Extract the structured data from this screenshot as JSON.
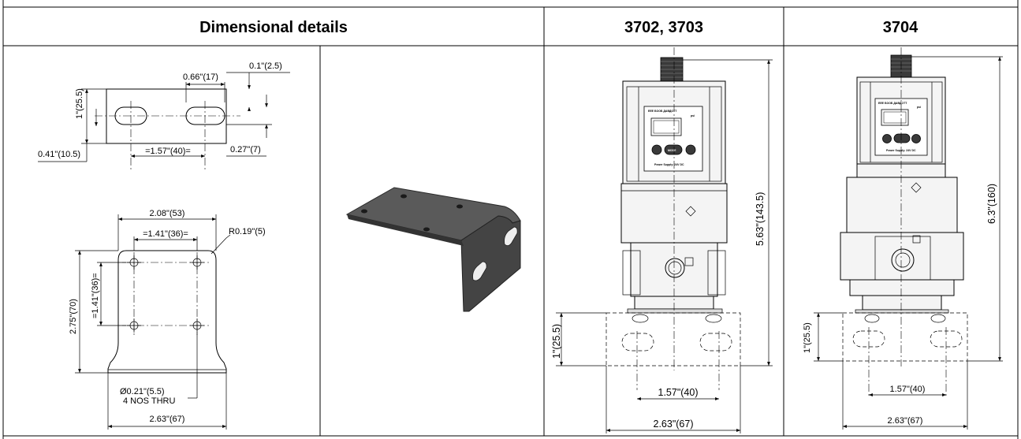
{
  "headers": {
    "dimensional": "Dimensional details",
    "model_a": "3702, 3703",
    "model_b": "3704"
  },
  "side_view": {
    "top_offset": "0.1\"(2.5)",
    "slot_length": "0.66\"(17)",
    "height": "1\"(25.5)",
    "left_margin": "0.41\"(10.5)",
    "slot_pitch": "=1.57\"(40)=",
    "bottom_offset": "0.27\"(7)"
  },
  "plan_view": {
    "top_width": "2.08\"(53)",
    "hole_pitch_x": "=1.41\"(36)=",
    "corner_radius": "R0.19\"(5)",
    "overall_height": "2.75\"(70)",
    "hole_pitch_y": "=1.41\"(36)=",
    "hole_dia": "Ø0.21\"(5.5)",
    "hole_note": "4 NOS THRU",
    "bottom_width": "2.63\"(67)"
  },
  "model_3702": {
    "total_height": "5.63\"(143.5)",
    "bracket_height": "1\"(25.5)",
    "slot_pitch": "1.57\"(40)",
    "width": "2.63\"(67)"
  },
  "model_3704": {
    "total_height": "6.3\"(160)",
    "bracket_height": "1\"(25.5)",
    "slot_pitch": "1.57\"(40)",
    "width": "2.63\"(67)"
  },
  "device": {
    "brand": "ЕЕЕ БООБ ДАВДОТТ",
    "unit": "psi",
    "power_label": "Power Supply: 24V DC",
    "mode_label": "MODE"
  }
}
